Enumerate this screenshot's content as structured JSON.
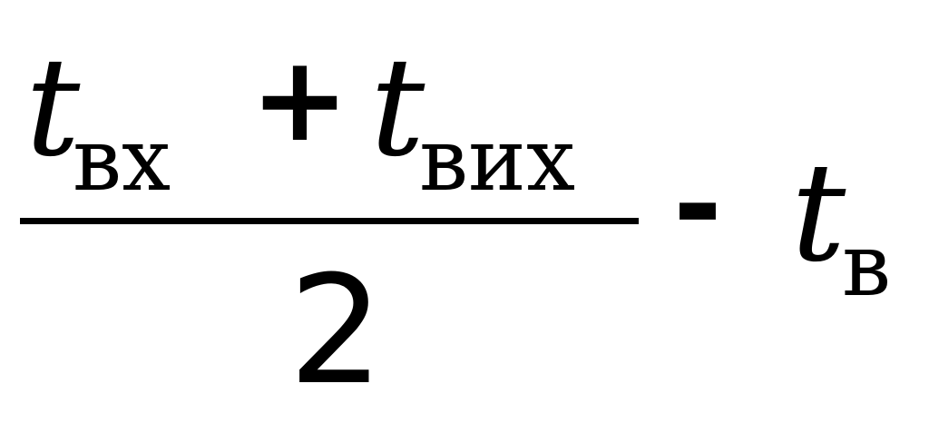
{
  "formula": {
    "numerator": {
      "term1": {
        "variable": "t",
        "subscript": "вх"
      },
      "operator": "+",
      "term2": {
        "variable": "t",
        "subscript": "вих"
      }
    },
    "denominator": "2",
    "operator": "-",
    "term3": {
      "variable": "t",
      "subscript": "в"
    }
  }
}
